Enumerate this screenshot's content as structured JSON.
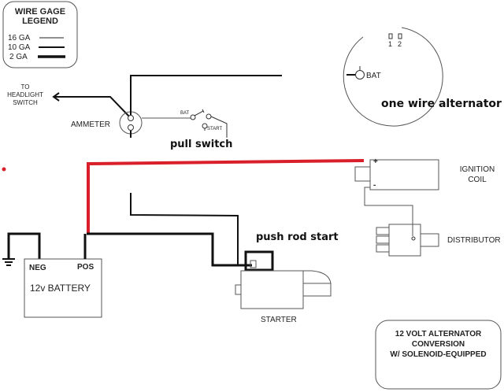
{
  "title_box": {
    "lines": [
      "12 VOLT ALTERNATOR",
      "CONVERSION",
      "W/ SOLENOID-EQUIPPED"
    ]
  },
  "legend": {
    "title_lines": [
      "WIRE GAGE",
      "LEGEND"
    ],
    "items": [
      {
        "label": "16 GA",
        "weight": "thin"
      },
      {
        "label": "10 GA",
        "weight": "medium"
      },
      {
        "label": "2 GA",
        "weight": "thick"
      }
    ]
  },
  "components": {
    "headlight": {
      "lines": [
        "TO",
        "HEADLIGHT",
        "SWITCH"
      ]
    },
    "ammeter": {
      "label": "AMMETER"
    },
    "switch": {
      "bat": "BAT",
      "start": "START",
      "annotation": "pull switch"
    },
    "alternator": {
      "bat": "BAT",
      "terminal_1": "1",
      "terminal_2": "2",
      "annotation": "one wire alternator"
    },
    "ignition_coil": {
      "lines": [
        "IGNITION",
        "COIL"
      ],
      "plus": "+",
      "minus": "-"
    },
    "distributor": {
      "label": "DISTRIBUTOR"
    },
    "battery": {
      "neg": "NEG",
      "pos": "POS",
      "label": "12v BATTERY"
    },
    "starter": {
      "label": "STARTER",
      "annotation": "push rod start"
    }
  },
  "colors": {
    "wire": "#111111",
    "highlight_wire": "#d9202a",
    "outline": "#555555"
  }
}
